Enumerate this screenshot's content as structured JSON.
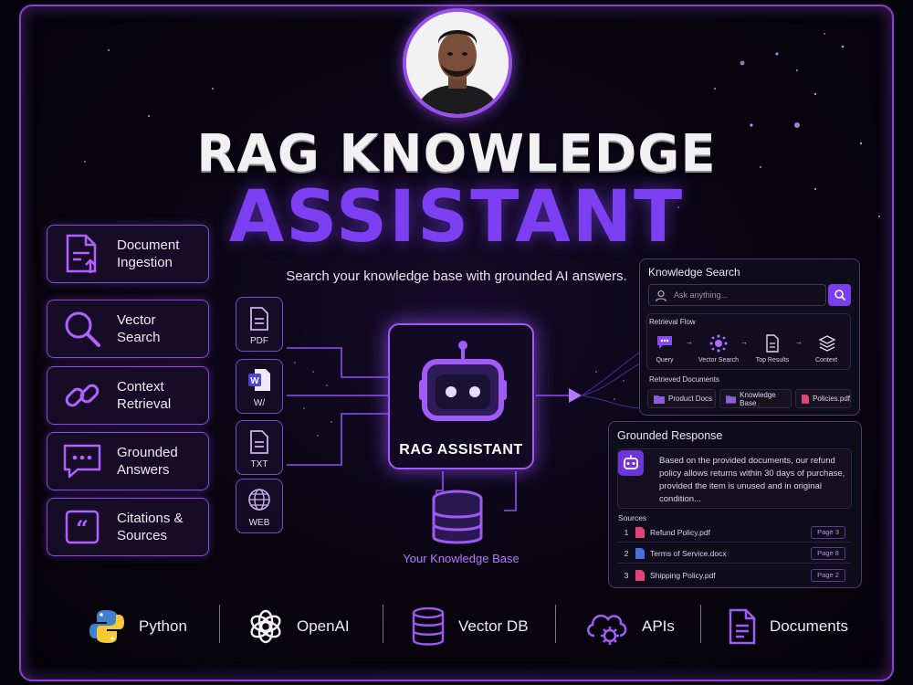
{
  "title_line1": "RAG KNOWLEDGE",
  "title_line2": "ASSISTANT",
  "subtitle": "Search your knowledge base with grounded AI answers.",
  "features": [
    {
      "label": "Document\nIngestion",
      "icon": "document-upload-icon"
    },
    {
      "label": "Vector\nSearch",
      "icon": "magnifier-icon"
    },
    {
      "label": "Context\nRetrieval",
      "icon": "link-icon"
    },
    {
      "label": "Grounded\nAnswers",
      "icon": "chat-bubble-icon"
    },
    {
      "label": "Citations &\nSources",
      "icon": "quote-icon"
    }
  ],
  "doc_types": [
    "PDF",
    "W/",
    "TXT",
    "WEB"
  ],
  "center": {
    "label": "RAG ASSISTANT",
    "knowledge_base_label": "Your Knowledge Base"
  },
  "knowledge_search": {
    "title": "Knowledge Search",
    "placeholder": "Ask anything...",
    "flow_title": "Retrieval Flow",
    "steps": [
      "Query",
      "Vector Search",
      "Top Results",
      "Context"
    ],
    "retrieved_title": "Retrieved Documents",
    "retrieved": [
      "Product Docs",
      "Knowledge Base",
      "Policies.pdf"
    ]
  },
  "grounded_response": {
    "title": "Grounded Response",
    "text": "Based on the provided documents, our refund policy allows returns within 30 days of purchase, provided the item is unused and in original condition...",
    "sources_title": "Sources",
    "sources": [
      {
        "num": "1",
        "name": "Refund Policy.pdf",
        "page": "Page 3"
      },
      {
        "num": "2",
        "name": "Terms of Service.docx",
        "page": "Page 8"
      },
      {
        "num": "3",
        "name": "Shipping Policy.pdf",
        "page": "Page 2"
      }
    ]
  },
  "tech_stack": [
    "Python",
    "OpenAI",
    "Vector DB",
    "APIs",
    "Documents"
  ],
  "colors": {
    "accent": "#7d3ff2",
    "border": "#8b3fd6",
    "background": "#05030a"
  }
}
